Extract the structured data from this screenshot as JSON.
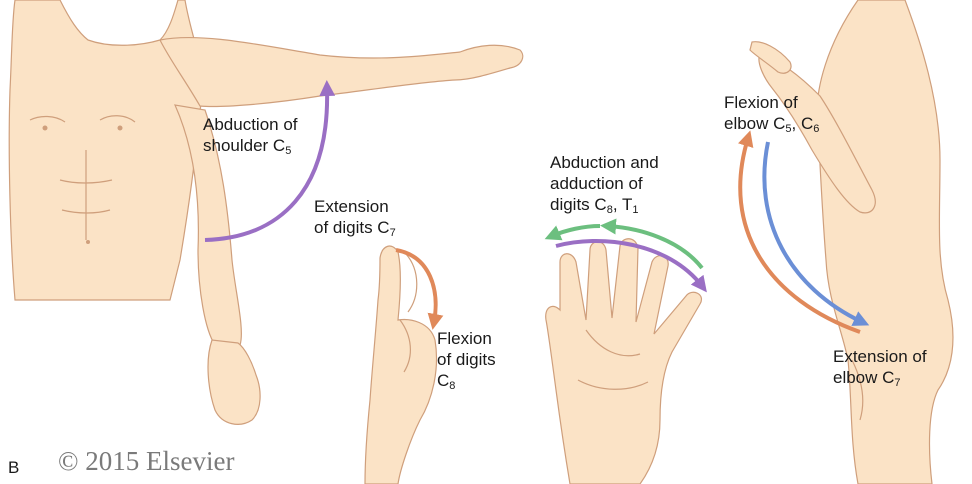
{
  "panel_letter": "B",
  "copyright": "© 2015 Elsevier",
  "labels": {
    "abduction_shoulder": {
      "line1": "Abduction of",
      "line2": "shoulder C",
      "sub2": "5"
    },
    "extension_digits": {
      "line1": "Extension",
      "line2": "of digits C",
      "sub2": "7"
    },
    "flexion_digits": {
      "line1": "Flexion",
      "line2": "of digits",
      "line3": "C",
      "sub3": "8"
    },
    "abduction_adduction_digits": {
      "line1": "Abduction and",
      "line2": "adduction of",
      "line3a": "digits C",
      "sub3a": "8",
      "line3b": ", T",
      "sub3b": "1"
    },
    "flexion_elbow": {
      "line1": "Flexion of",
      "line2a": "elbow C",
      "sub2a": "5",
      "line2b": ", C",
      "sub2b": "6"
    },
    "extension_elbow": {
      "line1": "Extension of",
      "line2": "elbow C",
      "sub2": "7"
    }
  },
  "colors": {
    "skin": "#fbe3c6",
    "skin_outline": "#cf9f7c",
    "purple_arrow": "#9a6fc4",
    "orange_arrow": "#e0895a",
    "green_arrow": "#6cbf7f",
    "blue_arrow": "#6b8fd6",
    "label_text": "#1a1a1a",
    "copyright_text": "#7a7a7a"
  }
}
